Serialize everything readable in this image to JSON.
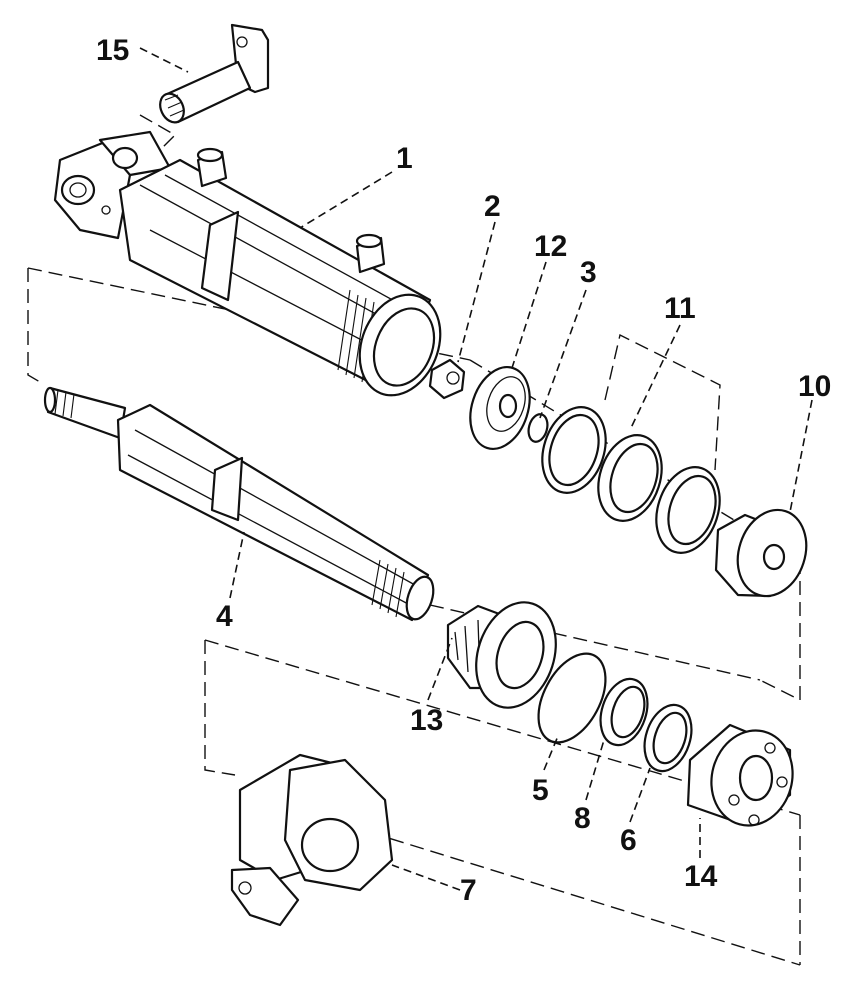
{
  "callouts": {
    "c1": "1",
    "c2": "2",
    "c3": "3",
    "c4": "4",
    "c5": "5",
    "c6": "6",
    "c7": "7",
    "c8": "8",
    "c10": "10",
    "c11": "11",
    "c12": "12",
    "c13": "13",
    "c14": "14",
    "c15": "15"
  },
  "colors": {
    "ink": "#111111",
    "paper": "#ffffff"
  }
}
